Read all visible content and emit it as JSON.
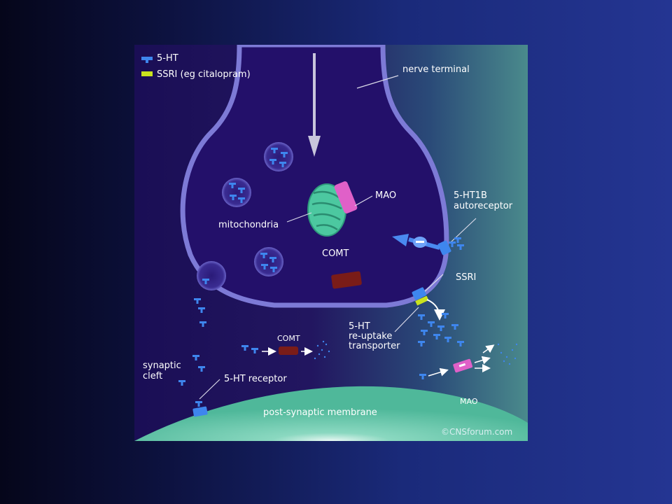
{
  "legend": {
    "items": [
      {
        "label": "5-HT",
        "color": "#3e86ee"
      },
      {
        "label": "SSRI (eg citalopram)",
        "color": "#c9e21e"
      }
    ]
  },
  "labels": {
    "nerve_terminal": "nerve terminal",
    "mao_main": "MAO",
    "mitochondria": "mitochondria",
    "comt_main": "COMT",
    "autoreceptor": "5-HT1B\nautoreceptor",
    "ssri": "SSRI",
    "transporter": "5-HT\nre-uptake\ntransporter",
    "comt_small": "COMT",
    "synaptic_cleft": "synaptic\ncleft",
    "receptor": "5-HT receptor",
    "mao_small": "MAO",
    "postsynaptic": "post-synaptic membrane",
    "copyright": "©CNSforum.com"
  },
  "colors": {
    "serotonin": "#3e86ee",
    "ssri": "#c9e21e",
    "mao": "#e060c8",
    "comt": "#7a1c18",
    "mitochondria": "#4cc8a0",
    "membrane": "#7d7ad6",
    "postsynaptic": "#5fc9a8"
  }
}
